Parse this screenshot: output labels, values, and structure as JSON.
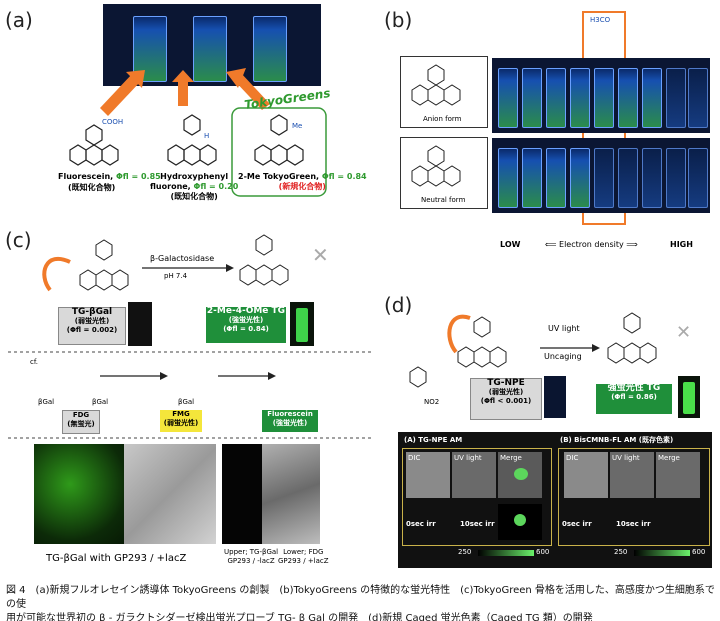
{
  "panels": {
    "a": "(a)",
    "b": "(b)",
    "c": "(c)",
    "d": "(d)"
  },
  "a": {
    "fluorescein": "Fluorescein,",
    "fluorescein_phi": "Φfl = 0.85",
    "fluorescein_known": "(既知化合物)",
    "hpf": "Hydroxyphenyl",
    "hpf2": "fluorone,",
    "hpf_phi": "Φfl = 0.20",
    "hpf_known": "(既知化合物)",
    "tg": "2-Me TokyoGreen,",
    "tg_phi": "Φfl = 0.84",
    "tg_new": "(新規化合物)",
    "brand": "TokyoGreens",
    "cooh": "COOH",
    "h": "H",
    "me": "Me"
  },
  "b": {
    "anion": "Anion form",
    "neutral": "Neutral form",
    "low": "LOW",
    "mid": "Electron density",
    "high": "HIGH",
    "h3co": "H3CO"
  },
  "c": {
    "enzyme": "β-Galactosidase",
    "ph": "pH 7.4",
    "tgbgal": "TG-βGal",
    "tgbgal_sub": "(弱蛍光性)",
    "tgbgal_phi": "(Φfl = 0.002)",
    "product": "2-Me-4-OMe TG",
    "product_sub": "(強蛍光性)",
    "product_phi": "(Φfl = 0.84)",
    "cf": "cf.",
    "fdg": "FDG",
    "fdg_sub": "(無蛍光)",
    "fmg": "FMG",
    "fmg_sub": "(弱蛍光性)",
    "fl": "Fluorescein",
    "fl_sub": "(強蛍光性)",
    "bgal": "βGal",
    "cells_label": "TG-βGal with GP293 / +lacZ",
    "upper": "Upper; TG-βGal",
    "upper2": "GP293 / -lacZ",
    "lower": "Lower; FDG",
    "lower2": "GP293 / +lacZ"
  },
  "d": {
    "uv": "UV light",
    "uncaging": "Uncaging",
    "tgnpe": "TG-NPE",
    "tgnpe_sub": "(弱蛍光性)",
    "tgnpe_phi": "(Φfl < 0.001)",
    "prod": "強蛍光性 TG",
    "prod_phi": "(Φfl = 0.86)",
    "no2": "NO2",
    "panelA": "(A) TG-NPE AM",
    "panelB": "(B) BisCMNB-FL AM (既存色素)",
    "dic": "DIC",
    "uvl": "UV light",
    "merge": "Merge",
    "t0": "0sec irr",
    "t10": "10sec irr",
    "scale_lo": "250",
    "scale_hi": "600"
  },
  "caption": {
    "line1": "図 4　(a)新規フルオレセイン誘導体 TokyoGreens の創製　(b)TokyoGreens の特徴的な蛍光特性　(c)TokyoGreen 骨格を活用した、高感度かつ生細胞系での使",
    "line2": "用が可能な世界初の β - ガラクトシダーゼ検出蛍光プローブ TG- β Gal の開発　(d)新規 Caged 蛍光色素（Caged TG 類）の開発"
  }
}
